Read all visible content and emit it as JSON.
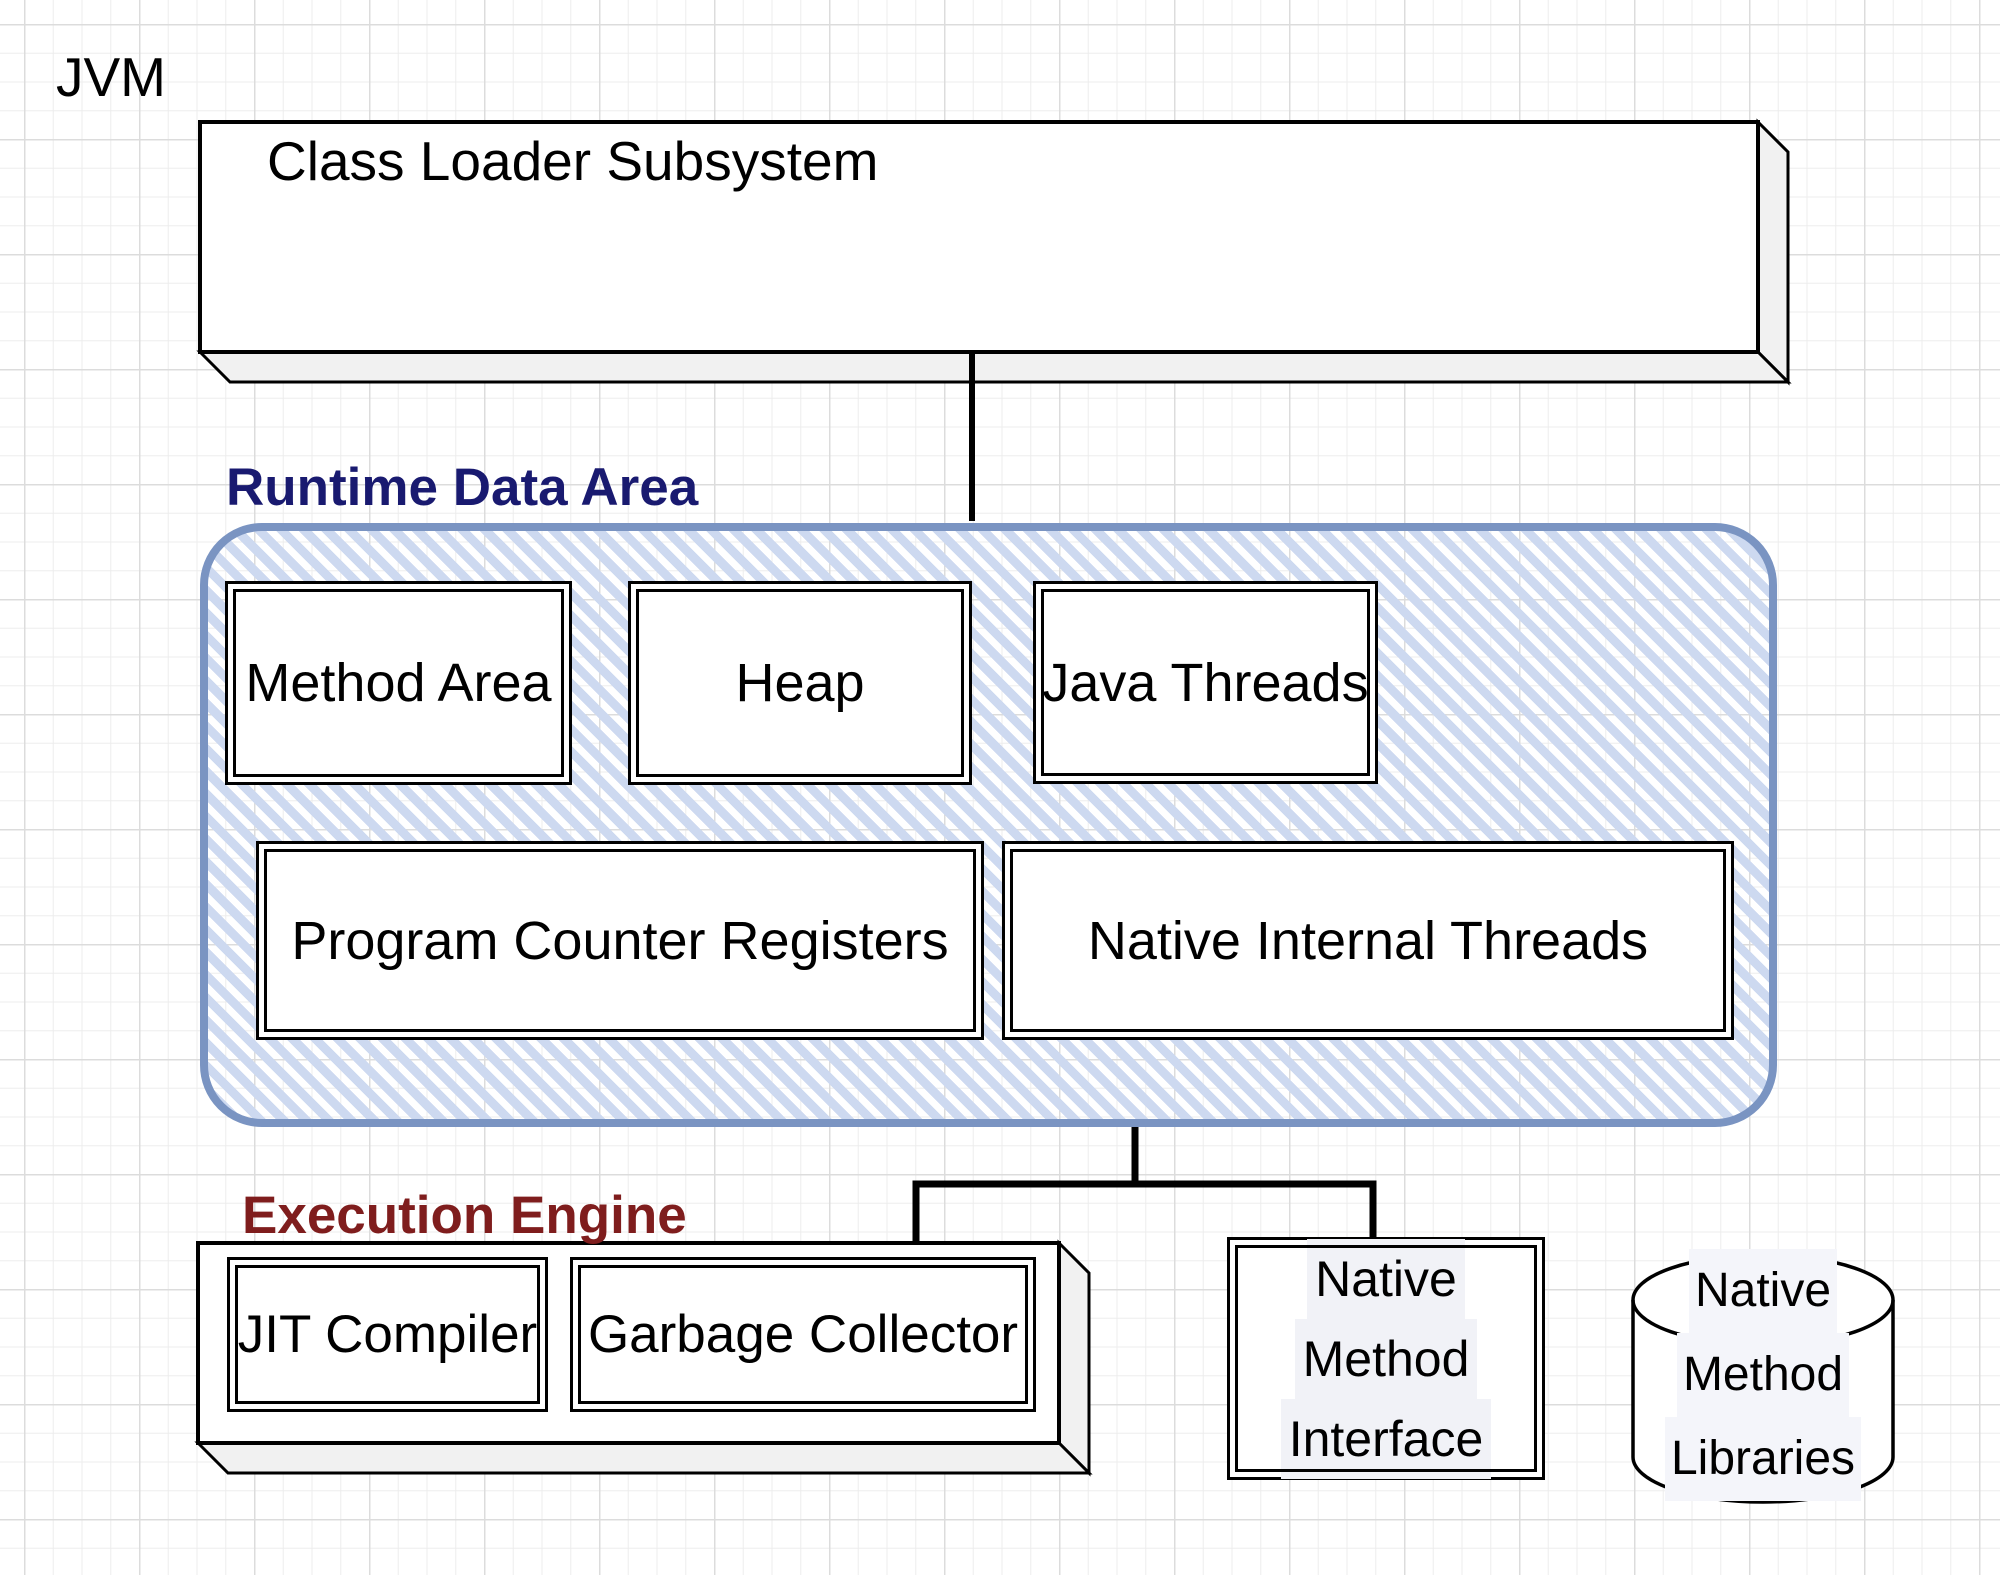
{
  "page": {
    "title_label": "JVM"
  },
  "class_loader_subsystem": {
    "label": "Class Loader Subsystem"
  },
  "runtime_data_area": {
    "label": "Runtime Data Area",
    "method_area": "Method Area",
    "heap": "Heap",
    "java_threads": "Java Threads",
    "program_counter_registers": "Program Counter Registers",
    "native_internal_threads": "Native Internal Threads"
  },
  "execution_engine": {
    "label": "Execution Engine",
    "jit_compiler": "JIT Compiler",
    "garbage_collector": "Garbage Collector"
  },
  "native_method_interface": {
    "line1": "Native",
    "line2": "Method",
    "line3": "Interface"
  },
  "native_method_libraries": {
    "line1": "Native",
    "line2": "Method",
    "line3": "Libraries"
  },
  "colors": {
    "runtime_label": "#191a70",
    "runtime_border": "#7a94c2",
    "runtime_hatch": "#cdd9f0",
    "execution_label": "#7f1d1d",
    "shape_side_fill": "#f1f1f1"
  }
}
